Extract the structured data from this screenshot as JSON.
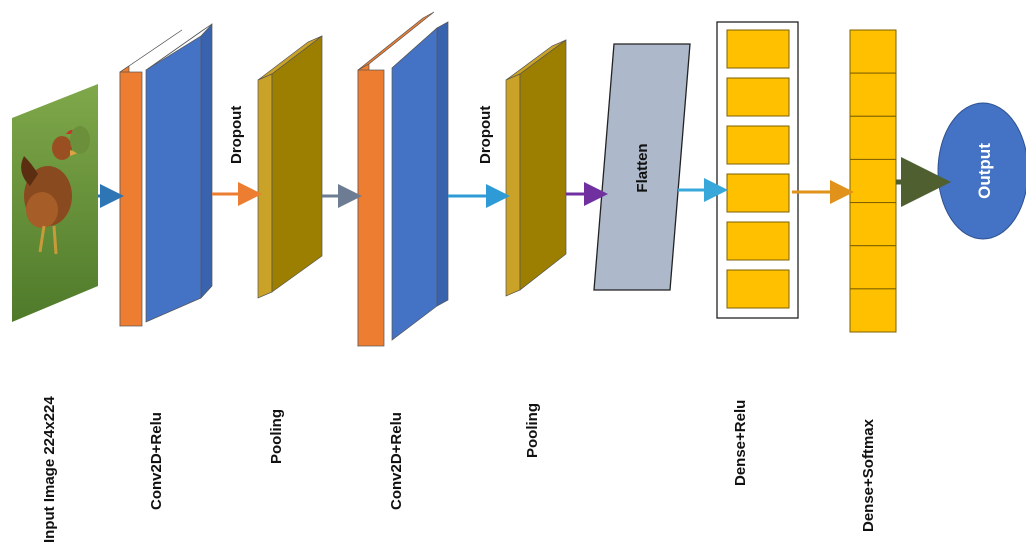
{
  "colors": {
    "conv_orange": "#ED7D31",
    "conv_blue": "#4472C4",
    "pool_fill": "#9C7F00",
    "pool_top": "#C9A227",
    "flatten_fill": "#ADB9CA",
    "dense_cell": "#FFC000",
    "output_fill": "#4472C4"
  },
  "layers": [
    {
      "id": "input",
      "label": "Input  Image  224x224"
    },
    {
      "id": "conv1",
      "label": "Conv2D+Relu"
    },
    {
      "id": "pool1",
      "label": "Pooling",
      "annotation": "Dropout"
    },
    {
      "id": "conv2",
      "label": "Conv2D+Relu"
    },
    {
      "id": "pool2",
      "label": "Pooling",
      "annotation": "Dropout"
    },
    {
      "id": "flatten",
      "label": "",
      "inner_label": "Flatten"
    },
    {
      "id": "dense1",
      "label": "Dense+Relu",
      "cells": 6
    },
    {
      "id": "dense2",
      "label": "Dense+Softmax",
      "cells": 7
    },
    {
      "id": "output",
      "label": "",
      "inner_label": "Output"
    }
  ]
}
